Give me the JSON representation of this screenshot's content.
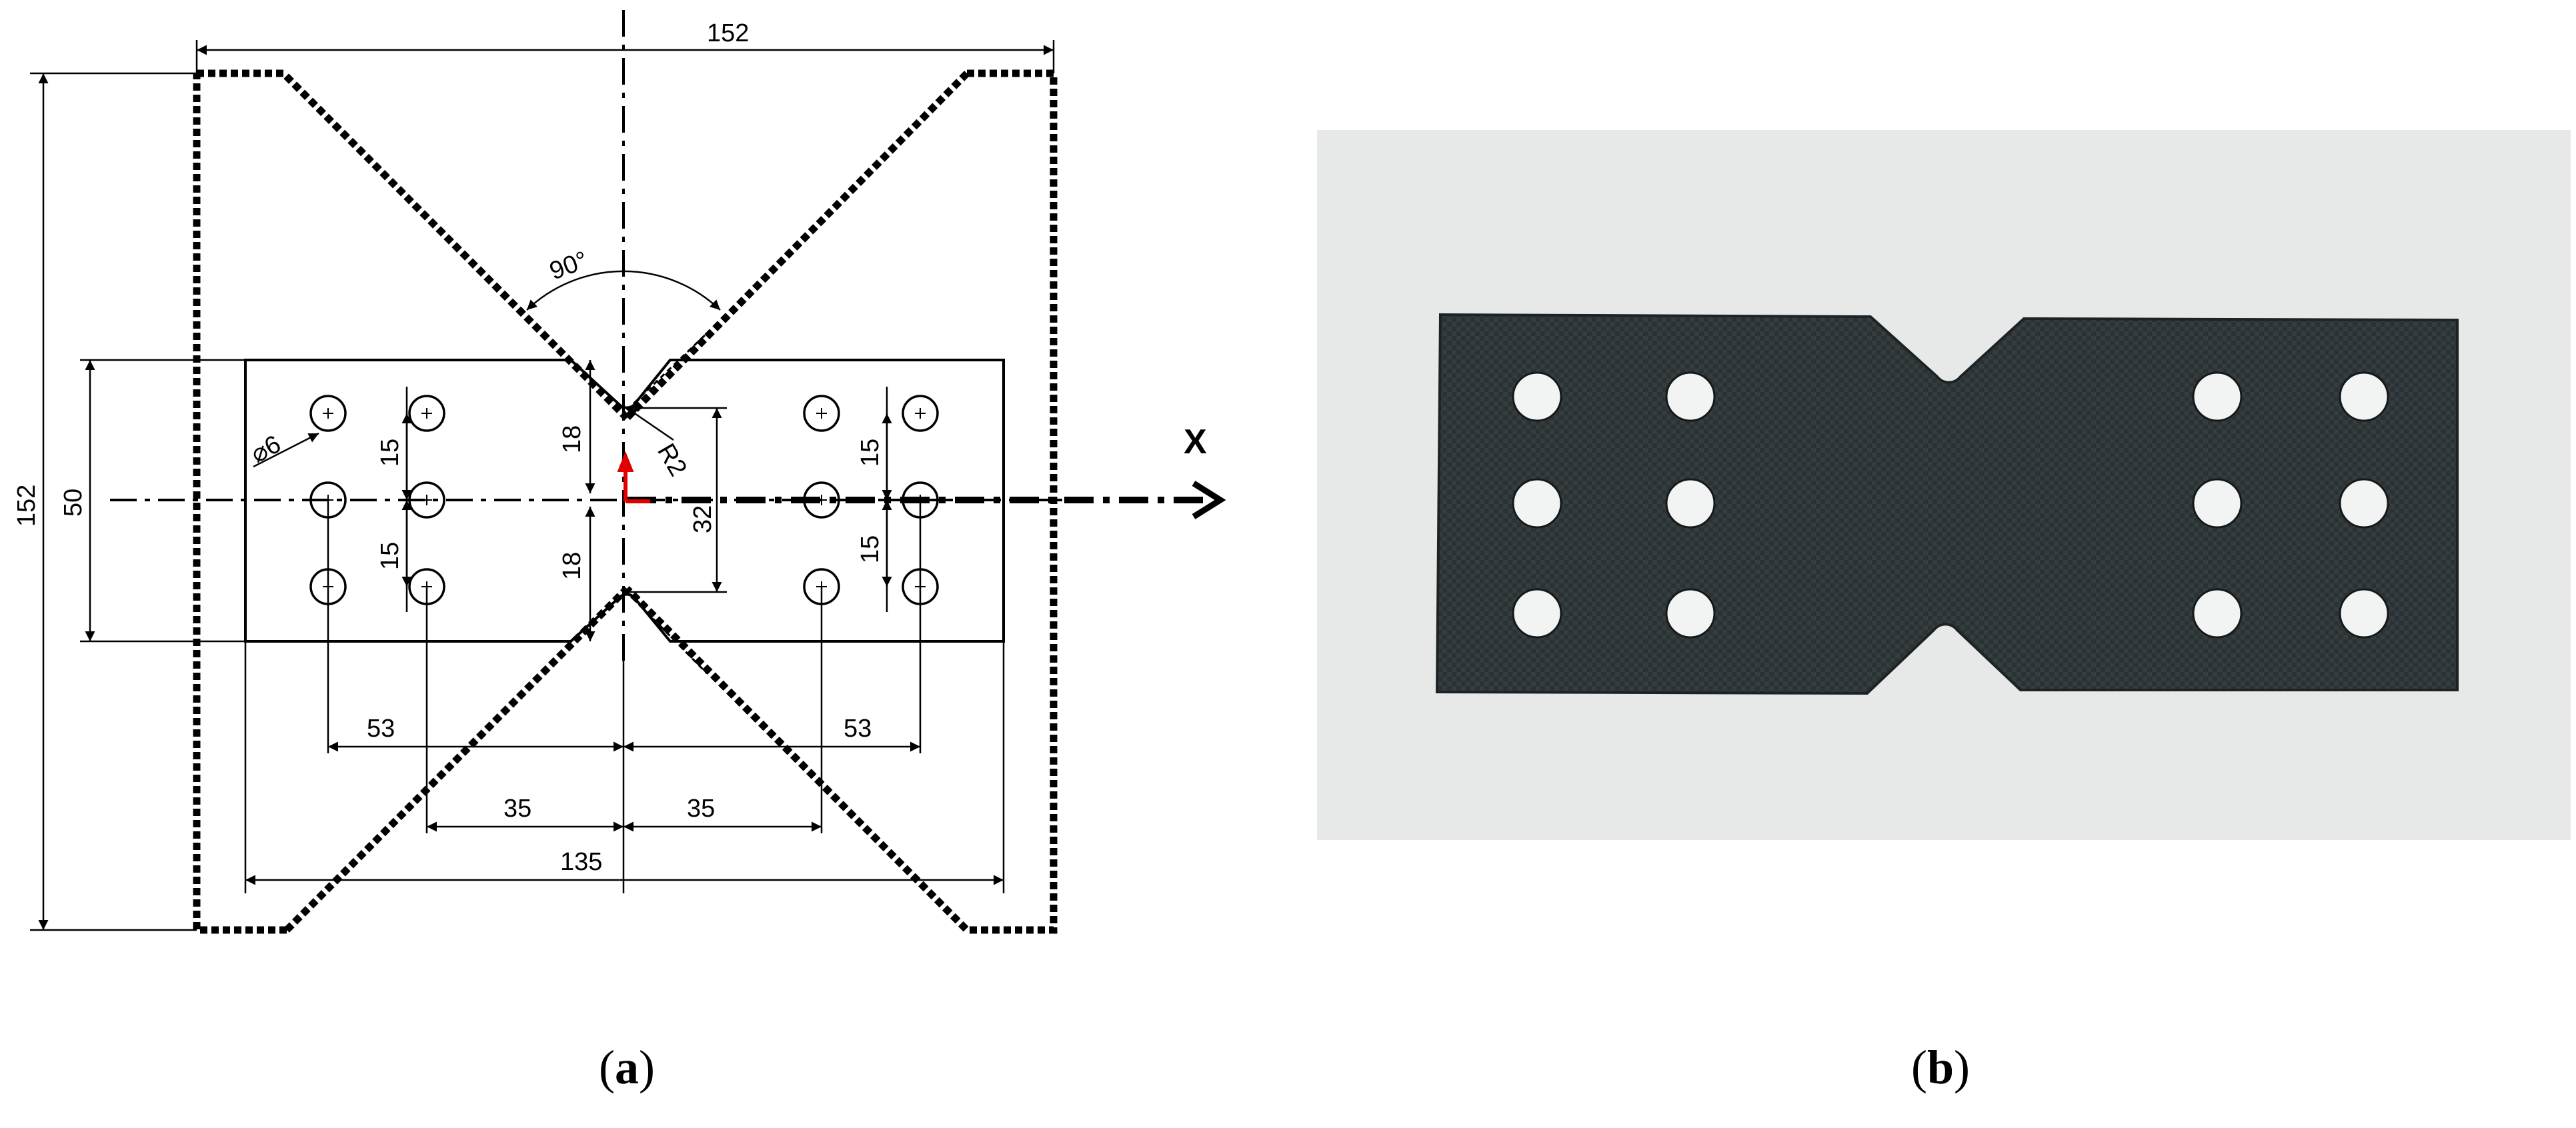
{
  "drawing": {
    "dim_width_top": "152",
    "dim_height_left": "152",
    "dim_specimen_height": "50",
    "dim_angle": "90°",
    "dim_radius": "R2",
    "dim_hole_dia": "⌀6",
    "dim_notch_upper": "18",
    "dim_notch_lower": "18",
    "dim_gauge": "32",
    "dim_pitch_left_upper": "15",
    "dim_pitch_left_lower": "15",
    "dim_pitch_right_upper": "15",
    "dim_pitch_right_lower": "15",
    "dim_outer_left": "53",
    "dim_outer_right": "53",
    "dim_inner_left": "35",
    "dim_inner_right": "35",
    "dim_specimen_length": "135",
    "axis_label": "X"
  },
  "captions": {
    "a": "a",
    "b": "b"
  },
  "colors": {
    "line": "#000000",
    "origin_marker": "#e00000",
    "photo_background": "#e6e9e8",
    "specimen": "#2a3133"
  }
}
